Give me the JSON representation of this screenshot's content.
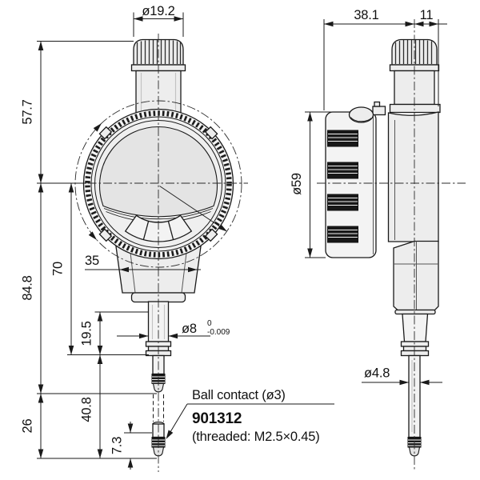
{
  "dims": {
    "cap_diameter": "ø19.2",
    "depth_total": "38.1",
    "depth_front": "11",
    "height_top_to_center": "57.7",
    "bezel_diameter": "ø59",
    "height_center_to_tip": "84.8",
    "height_center_to_stem_end": "70",
    "base_width": "35",
    "stem_length": "19.5",
    "stem_diameter": "ø8",
    "stem_tol_upper": "0",
    "stem_tol_lower": "-0.009",
    "tip_travel": "26",
    "stem_to_extended_tip": "40.8",
    "contact_length": "7.3",
    "spindle_diameter": "ø4.8"
  },
  "callout": {
    "contact_label": "Ball contact (ø3)",
    "part_number": "901312",
    "thread_note": "(threaded: M2.5×0.45)"
  },
  "colors": {
    "line": "#1a1a1a",
    "metal_light": "#ededed",
    "metal_mid": "#e4e4e4",
    "knurl_black": "#161616",
    "background": "#ffffff"
  }
}
